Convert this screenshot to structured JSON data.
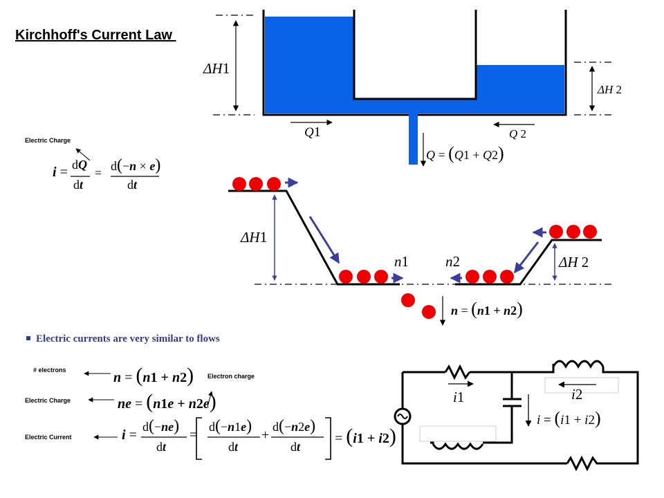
{
  "title": "Kirchhoff's Current Law ",
  "labels": {
    "electric_charge_top": "Electric Charge",
    "electrons": "# electrons",
    "electron_charge": "Electron charge",
    "electric_charge": "Electric Charge",
    "electric_current": "Electric Current"
  },
  "bullet": "Electric currents are very similar to flows",
  "symbols": {
    "dH1": "ΔH 1",
    "dH2": "ΔH 2",
    "Q1": "Q 1",
    "Q2": "Q 2",
    "Q_sum": "Q = (Q1 + Q2)",
    "n1": "n 1",
    "n2": "n 2",
    "n_sum": "n = (n1 + n2)",
    "i1": "i 1",
    "i2": "i 2",
    "i_sum": "i = (i1 + i2)"
  },
  "equations": {
    "charge_current": "i = dQ/dt = d(−n × e)/dt",
    "electrons_sum": "n = (n1 + n2)",
    "charge_sum": "ne = (n1e + n2e)",
    "current_sum": "i = d(−ne)/dt = [d(−n1e)/dt + d(−n2e)/dt] = (i1 + i2)"
  },
  "colors": {
    "water": "#0a62e8",
    "ball": "#ee0000",
    "arrow": "#3a3f9a",
    "bullet": "#2e3b8f"
  }
}
